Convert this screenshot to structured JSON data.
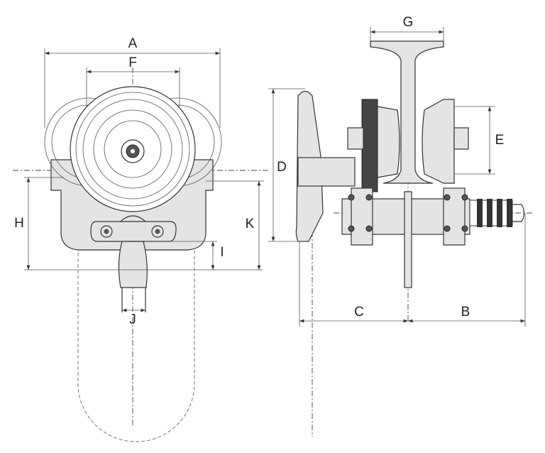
{
  "drawing": {
    "labels": {
      "A": "A",
      "B": "B",
      "C": "C",
      "D": "D",
      "E": "E",
      "F": "F",
      "G": "G",
      "H": "H",
      "I": "I",
      "J": "J",
      "K": "K"
    }
  }
}
